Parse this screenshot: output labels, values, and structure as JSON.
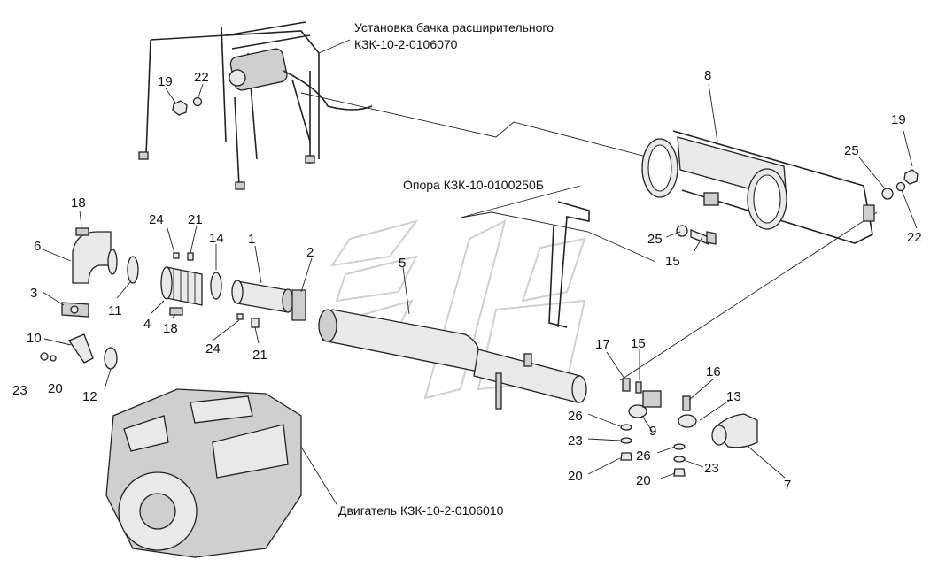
{
  "captions": {
    "expansion_tank": [
      "Установка бачка расширительного",
      "КЗК-10-2-0106070"
    ],
    "support": "Опора КЗК-10-0100250Б",
    "engine": "Двигатель КЗК-10-2-0106010"
  },
  "callouts": [
    "1",
    "2",
    "3",
    "4",
    "5",
    "6",
    "7",
    "8",
    "9",
    "10",
    "11",
    "12",
    "13",
    "14",
    "15",
    "16",
    "17",
    "18",
    "19",
    "20",
    "21",
    "22",
    "23",
    "24",
    "25",
    "26"
  ]
}
